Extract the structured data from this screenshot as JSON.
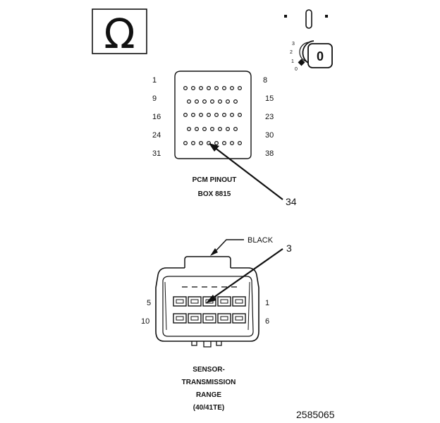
{
  "ohm_symbol": "Ω",
  "ignition_positions": [
    "3",
    "2",
    "1",
    "0"
  ],
  "key_label": "0",
  "pcm": {
    "row_start_labels": [
      "1",
      "9",
      "16",
      "24",
      "31"
    ],
    "row_end_labels": [
      "8",
      "15",
      "23",
      "30",
      "38"
    ],
    "title_line1": "PCM PINOUT",
    "title_line2": "BOX 8815",
    "callout": "34"
  },
  "sensor": {
    "color_label": "BLACK",
    "callout": "3",
    "left_top_label": "5",
    "left_bottom_label": "10",
    "right_top_label": "1",
    "right_bottom_label": "6",
    "caption_lines": [
      "SENSOR-",
      "TRANSMISSION",
      "RANGE",
      "(40/41TE)"
    ]
  },
  "figure_id": "2585065"
}
